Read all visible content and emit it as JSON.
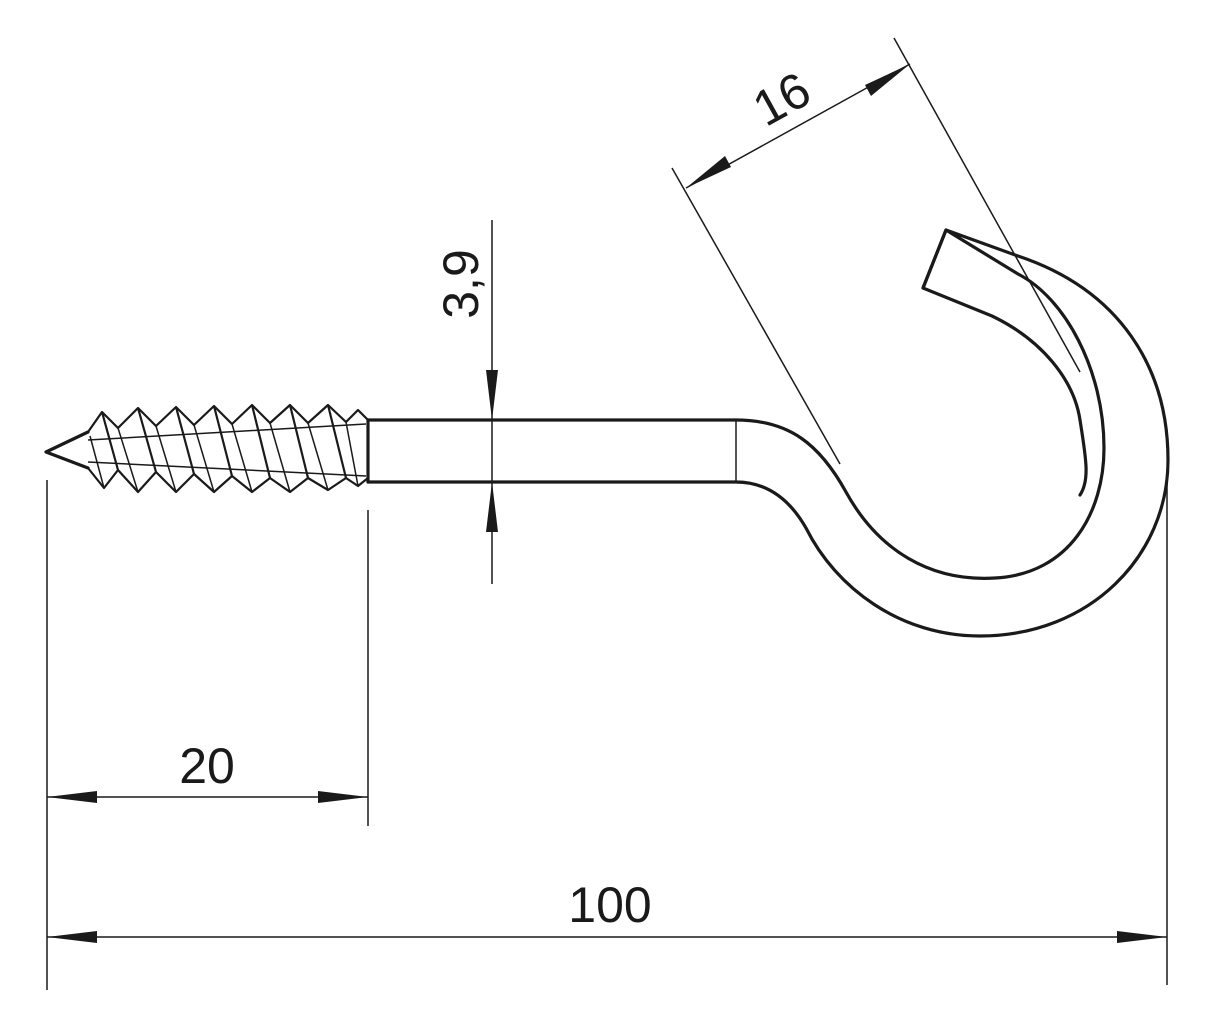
{
  "drawing": {
    "subject": "screw hook",
    "colors": {
      "line": "#1a1a1a",
      "background": "#ffffff"
    },
    "dimensions": {
      "overall_length": "100",
      "thread_length": "20",
      "wire_diameter": "3,9",
      "hook_opening": "16"
    }
  }
}
